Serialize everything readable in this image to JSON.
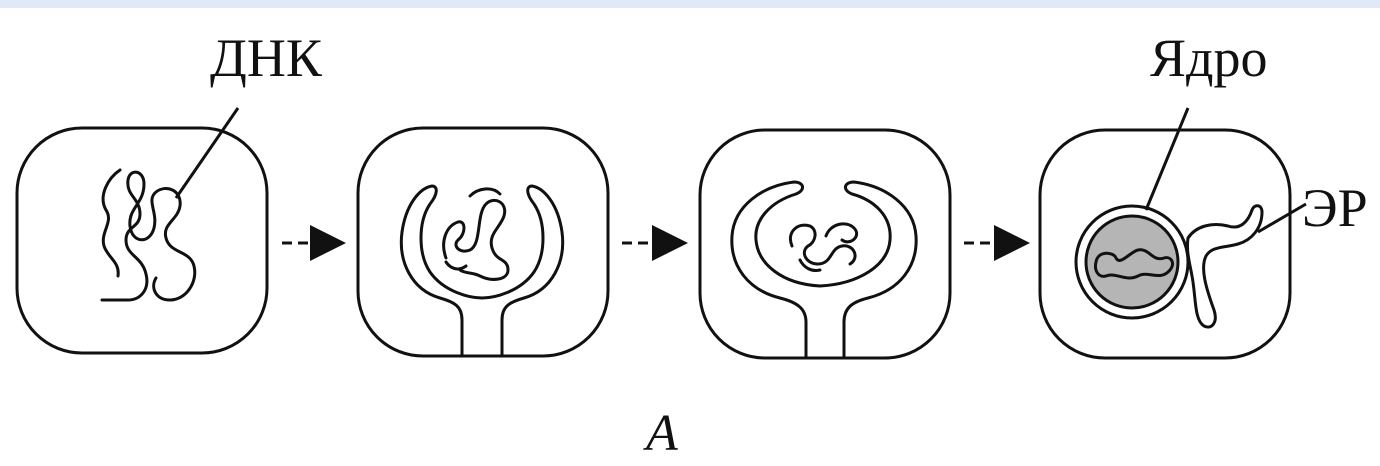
{
  "labels": {
    "dna": "ДНК",
    "nucleus": "Ядро",
    "er": "ЭР",
    "panel": "А"
  },
  "colors": {
    "line": "#111111",
    "nucleus_fill": "#b5b5b5",
    "background": "#ffffff",
    "top_strip": "#dfeaf6"
  }
}
